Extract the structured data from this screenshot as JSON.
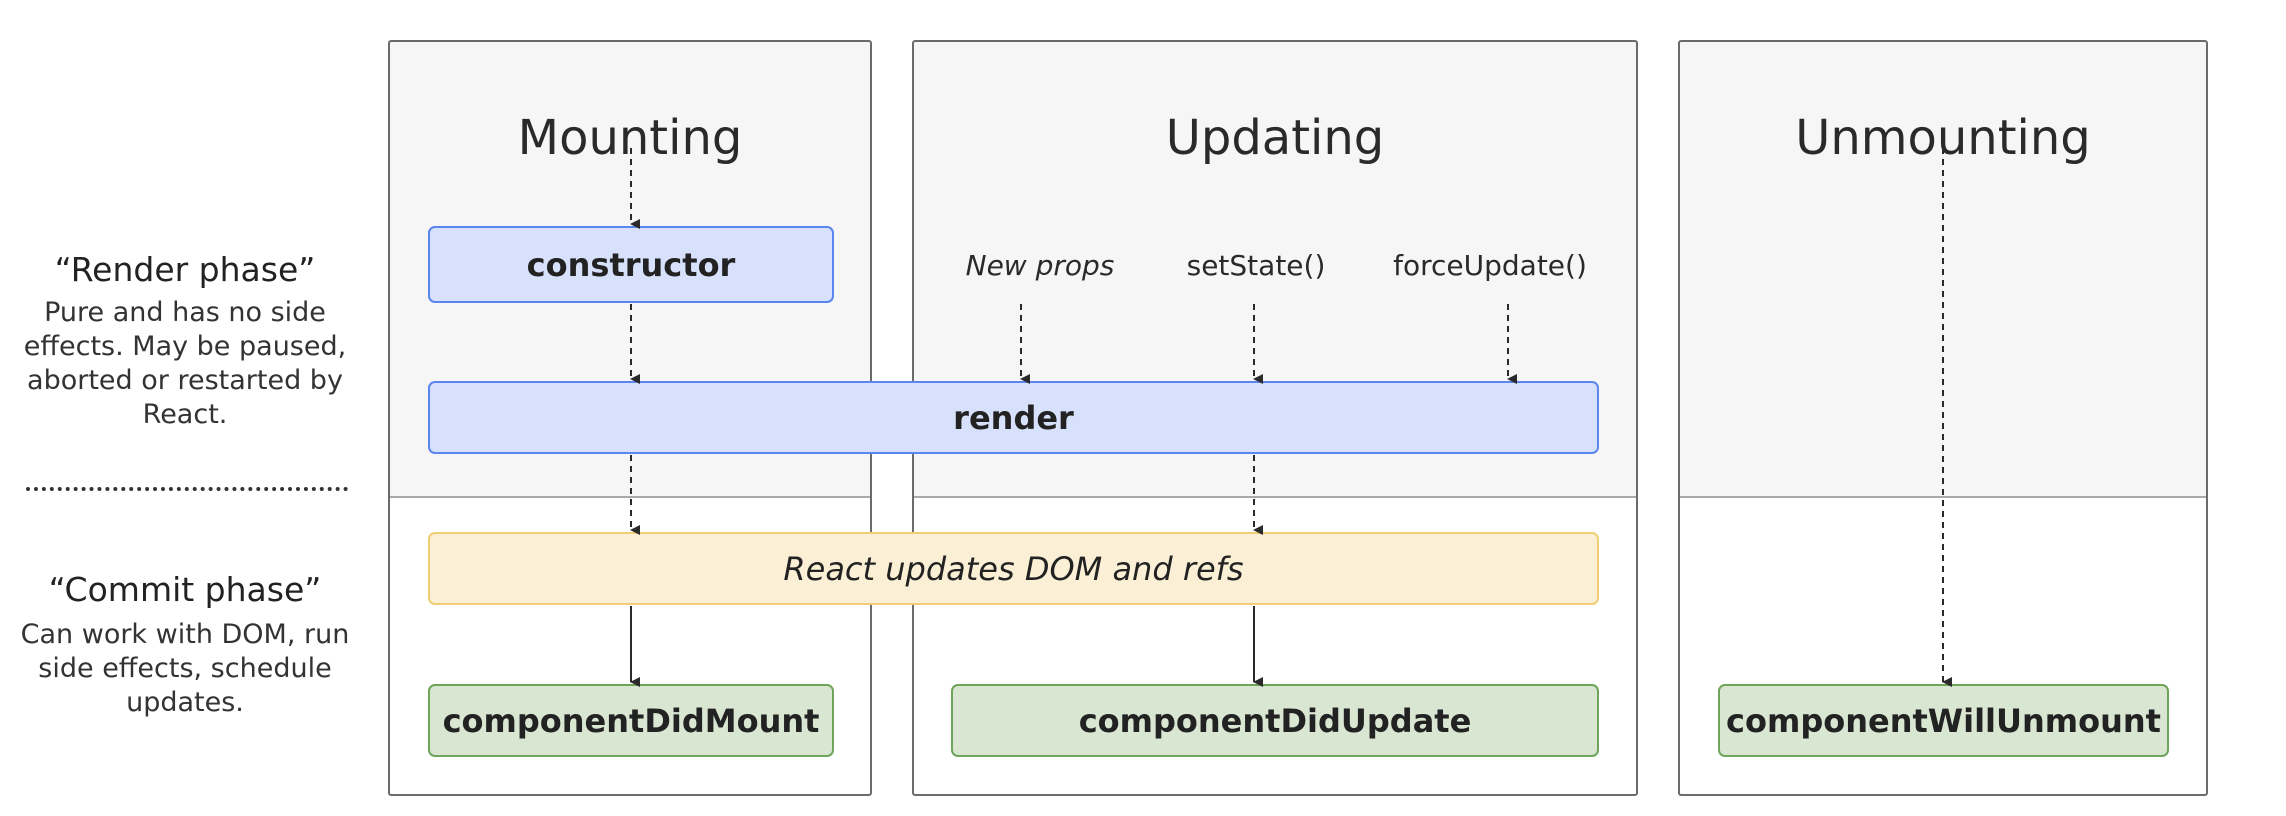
{
  "phases": {
    "render": {
      "title": "“Render phase”",
      "description": "Pure and has no side effects. May be paused, aborted or restarted by React."
    },
    "commit": {
      "title": "“Commit phase”",
      "description": "Can work with DOM, run side effects, schedule updates."
    }
  },
  "columns": {
    "mounting": {
      "title": "Mounting"
    },
    "updating": {
      "title": "Updating"
    },
    "unmounting": {
      "title": "Unmounting"
    }
  },
  "triggers": {
    "new_props": "New props",
    "set_state": "setState()",
    "force_update": "forceUpdate()"
  },
  "boxes": {
    "constructor": "constructor",
    "render": "render",
    "dom_update": "React updates DOM and refs",
    "component_did_mount": "componentDidMount",
    "component_did_update": "componentDidUpdate",
    "component_will_unmount": "componentWillUnmount"
  },
  "colors": {
    "render_box_fill": "#d7e1fb",
    "render_box_border": "#5b86ee",
    "commit_box_fill": "#fbf0d6",
    "commit_box_border": "#f0cf72",
    "lifecycle_box_fill": "#d8e6d2",
    "lifecycle_box_border": "#6fa55b",
    "column_fill_top": "#f6f6f6"
  }
}
